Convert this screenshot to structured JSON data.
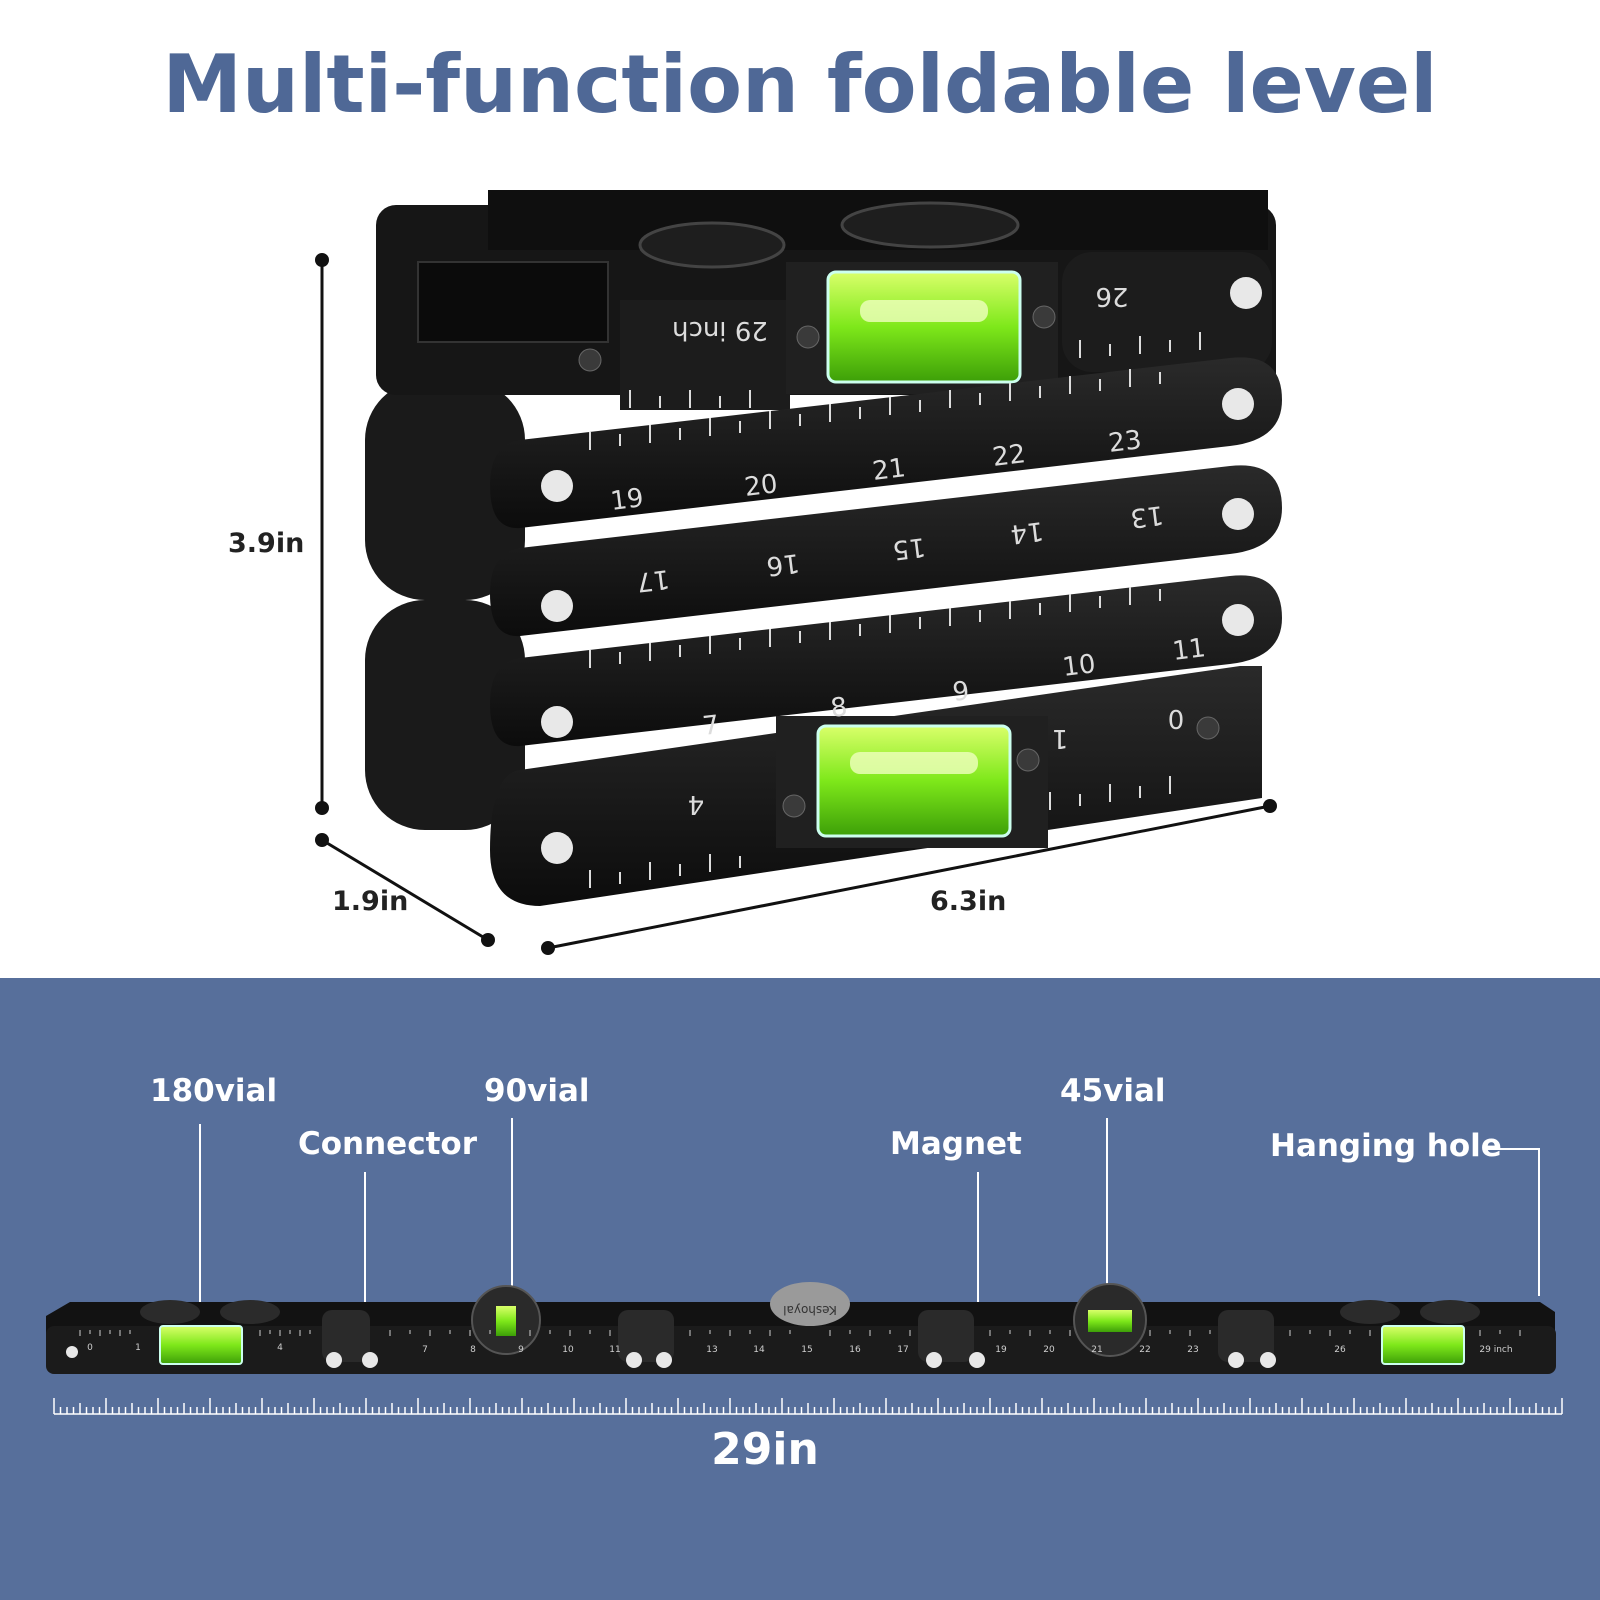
{
  "title": "Multi-function foldable level",
  "dimensions": {
    "height": "3.9in",
    "depth": "1.9in",
    "width": "6.3in",
    "extended_length": "29in"
  },
  "callouts": {
    "vial_180": "180vial",
    "connector": "Connector",
    "vial_90": "90vial",
    "magnet": "Magnet",
    "vial_45": "45vial",
    "hanging_hole": "Hanging hole"
  },
  "folded_ruler_numbers": {
    "row1": [
      "29 inch",
      "26"
    ],
    "row2": [
      "19",
      "20",
      "21",
      "22",
      "23"
    ],
    "row3": [
      "17",
      "16",
      "15",
      "14",
      "13"
    ],
    "row4": [
      "7",
      "8",
      "9",
      "10",
      "11"
    ],
    "row5": [
      "4",
      "1",
      "0"
    ]
  },
  "extended_ruler_numbers": [
    "0",
    "1",
    "4",
    "7",
    "8",
    "9",
    "10",
    "11",
    "13",
    "14",
    "15",
    "16",
    "17",
    "19",
    "20",
    "21",
    "22",
    "23",
    "26",
    "29 inch"
  ],
  "brand_mark": "Keshoyal",
  "colors": {
    "title": "#4f6896",
    "panel": "#576f9b",
    "vial": "#7ee81a",
    "body": "#141414"
  }
}
